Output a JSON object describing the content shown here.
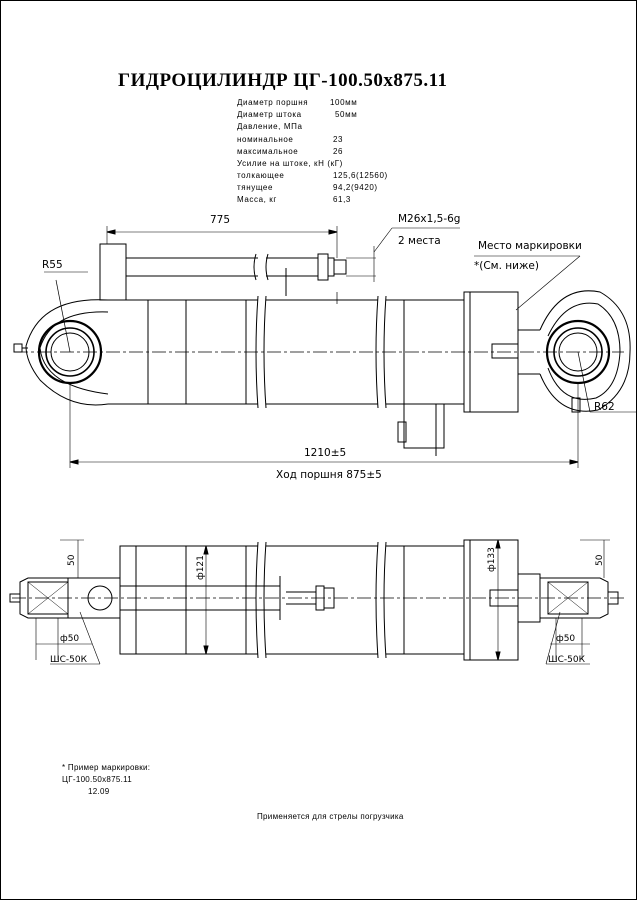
{
  "title": "ГИДРОЦИЛИНДР  ЦГ-100.50х875.11",
  "specs": {
    "piston_diameter_label": "Диаметр поршня",
    "piston_diameter_value": "100мм",
    "rod_diameter_label": "Диаметр штока",
    "rod_diameter_value": "50мм",
    "pressure_label": "Давление, МПа",
    "nominal_label": "номинальное",
    "nominal_value": "23",
    "max_label": "максимальное",
    "max_value": "26",
    "force_label": "Усилие на штоке, кН (кГ)",
    "push_label": "толкающее",
    "push_value": "125,6(12560)",
    "pull_label": "тянущее",
    "pull_value": "94,2(9420)",
    "mass_label": "Масса, кг",
    "mass_value": "61,3"
  },
  "dimensions": {
    "d775": "775",
    "thread": "М26х1,5-6g",
    "places": "2 места",
    "marking_place": "Место маркировки",
    "see_below": "*(См. ниже)",
    "r55": "R55",
    "r62": "R62",
    "overall_length": "1210±5",
    "stroke": "Ход поршня 875±5",
    "bottom_50_left": "50",
    "bottom_50_right": "50",
    "dia121": "ф121",
    "dia133": "ф133",
    "dia50_left": "ф50",
    "dia50_right": "ф50",
    "bearing_left": "ШС-50К",
    "bearing_right": "ШС-50К"
  },
  "marking_example": {
    "header": "* Пример маркировки:",
    "line1": "ЦГ-100.50х875.11",
    "line2": "12.09"
  },
  "application_note": "Применяется для стрелы погрузчика"
}
